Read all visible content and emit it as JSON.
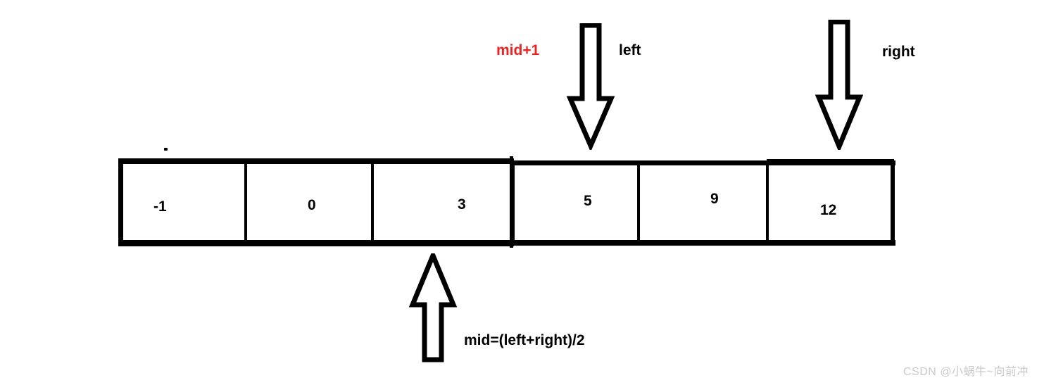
{
  "diagram": {
    "title": "binary-search-array-pointers",
    "array": {
      "cells": [
        {
          "value": "-1"
        },
        {
          "value": "0"
        },
        {
          "value": "3"
        },
        {
          "value": "5"
        },
        {
          "value": "9"
        },
        {
          "value": "12"
        }
      ]
    },
    "annotations": {
      "mid_plus_one": "mid+1",
      "left": "left",
      "right": "right",
      "mid_formula": "mid=(left+right)/2"
    },
    "colors": {
      "ink": "#000000",
      "highlight": "#ee2222",
      "background": "#ffffff",
      "watermark": "#c9c9c9"
    },
    "watermark": "CSDN @小蜗牛~向前冲"
  }
}
